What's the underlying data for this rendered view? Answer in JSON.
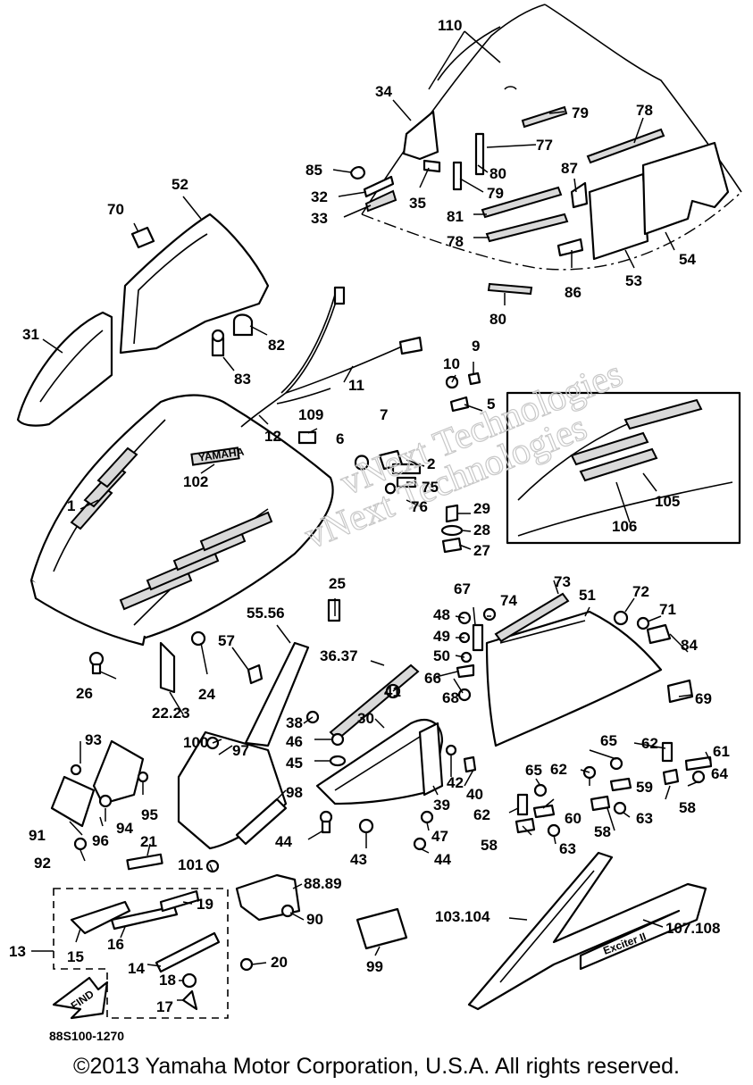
{
  "labels": {
    "p1": "1",
    "p2": "2",
    "p5": "5",
    "p6": "6",
    "p7": "7",
    "p9": "9",
    "p10": "10",
    "p11": "11",
    "p12": "12",
    "p13": "13",
    "p14": "14",
    "p15": "15",
    "p16": "16",
    "p17": "17",
    "p18": "18",
    "p19": "19",
    "p20": "20",
    "p21": "21",
    "p2223": "22.23",
    "p24": "24",
    "p25": "25",
    "p26": "26",
    "p27": "27",
    "p28": "28",
    "p29": "29",
    "p30": "30",
    "p31": "31",
    "p32": "32",
    "p33": "33",
    "p34": "34",
    "p35": "35",
    "p3637": "36.37",
    "p38": "38",
    "p39": "39",
    "p40": "40",
    "p41": "41",
    "p42": "42",
    "p43": "43",
    "p44a": "44",
    "p44b": "44",
    "p45": "45",
    "p46": "46",
    "p47": "47",
    "p48": "48",
    "p49": "49",
    "p50": "50",
    "p51": "51",
    "p52": "52",
    "p53": "53",
    "p54": "54",
    "p5556": "55.56",
    "p57": "57",
    "p58a": "58",
    "p58b": "58",
    "p58c": "58",
    "p59": "59",
    "p60": "60",
    "p61": "61",
    "p62a": "62",
    "p62b": "62",
    "p62c": "62",
    "p63a": "63",
    "p63b": "63",
    "p64": "64",
    "p65a": "65",
    "p65b": "65",
    "p66": "66",
    "p67": "67",
    "p68": "68",
    "p69": "69",
    "p70": "70",
    "p71": "71",
    "p72": "72",
    "p73": "73",
    "p74": "74",
    "p75": "75",
    "p76": "76",
    "p77": "77",
    "p78a": "78",
    "p78b": "78",
    "p79a": "79",
    "p79b": "79",
    "p80a": "80",
    "p80b": "80",
    "p81": "81",
    "p82": "82",
    "p83": "83",
    "p84": "84",
    "p85": "85",
    "p86": "86",
    "p87": "87",
    "p8889": "88.89",
    "p90": "90",
    "p91": "91",
    "p92": "92",
    "p93": "93",
    "p94": "94",
    "p95": "95",
    "p96": "96",
    "p97": "97",
    "p98": "98",
    "p99": "99",
    "p100": "100",
    "p101": "101",
    "p102": "102",
    "p103104": "103.104",
    "p105": "105",
    "p106": "106",
    "p107108": "107.108",
    "p109": "109",
    "p110": "110"
  },
  "hood_badge": "YAMAHA",
  "decal_text": "Exciter II",
  "arrow_text": "FIND",
  "watermark_line1": "vNext Technologies",
  "watermark_line2": "vNext Technologies",
  "diagram_code": "88S100-1270",
  "copyright": "©2013 Yamaha Motor Corporation, U.S.A. All rights reserved."
}
